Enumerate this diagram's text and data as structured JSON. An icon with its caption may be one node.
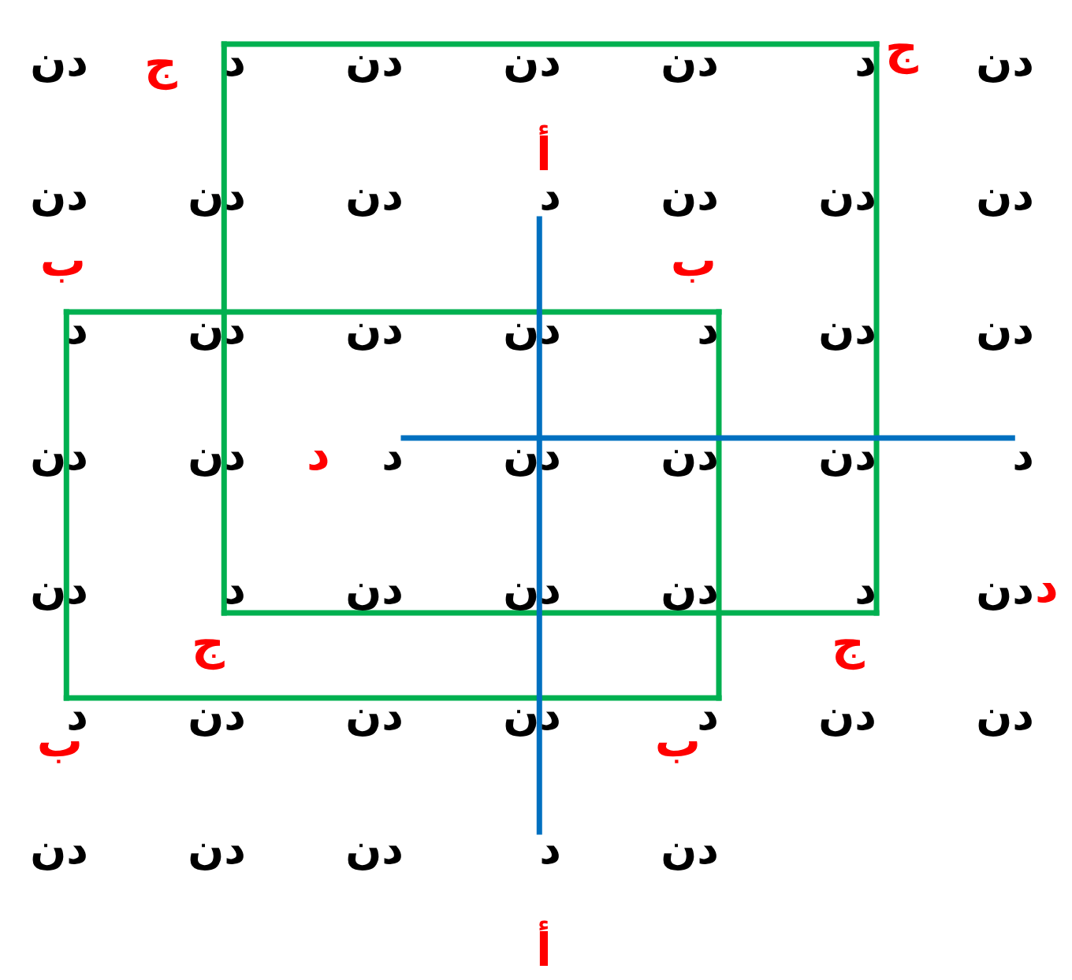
{
  "diagram": {
    "nodes": [
      {
        "text": [
          "د"
        ],
        "beside": [
          "ج"
        ]
      },
      {
        "text": [
          "د"
        ],
        "beside": [
          "ج"
        ]
      },
      {
        "text": [
          "د"
        ],
        "beside": [
          "أ"
        ]
      },
      {
        "text": [
          "د"
        ],
        "beside": [
          "ب"
        ]
      },
      {
        "text": [
          "د"
        ],
        "beside": [
          "ب"
        ]
      },
      {
        "text": [
          "د"
        ],
        "beside": [
          "د"
        ]
      },
      {
        "text": [
          "د"
        ],
        "beside": [
          "د"
        ]
      },
      {
        "text": [
          "د"
        ],
        "beside": [
          "ج"
        ]
      },
      {
        "text": [
          "د"
        ],
        "beside": [
          "ج"
        ]
      },
      {
        "text": [
          "د"
        ],
        "beside": [
          "ب"
        ]
      },
      {
        "text": [
          "د"
        ],
        "beside": [
          "ب"
        ]
      },
      {
        "text": [
          "د"
        ],
        "beside": [
          "أ"
        ]
      }
    ],
    "edges": [
      {
        "from": 0,
        "to": 1,
        "arrow": "none"
      },
      {
        "from": 1,
        "to": 8,
        "arrow": "none"
      },
      {
        "from": 8,
        "to": 7,
        "arrow": "none"
      },
      {
        "from": 7,
        "to": 0,
        "arrow": "none"
      },
      {
        "from": 3,
        "to": 4,
        "arrow": "none"
      },
      {
        "from": 4,
        "to": 10,
        "arrow": "none"
      },
      {
        "from": 10,
        "to": 9,
        "arrow": "none"
      },
      {
        "from": 9,
        "to": 3,
        "arrow": "none"
      },
      {
        "from": 2,
        "to": 11,
        "arrow": "none",
        "color": "#0070c0"
      },
      {
        "from": 5,
        "to": 6,
        "arrow": "none",
        "color": "#0070c0"
      }
    ],
    "labels": [
      "دن",
      "دن",
      "دن",
      "دن",
      "دن",
      "دن",
      "دن",
      "دن",
      "دن",
      "دن",
      "دن",
      "دن",
      "دن",
      "دن",
      "دن",
      "دن",
      "دن",
      "دن",
      "دن",
      "دن",
      "دن",
      "دن",
      "دن",
      "دن",
      "دن",
      "دن",
      "دن",
      "دن",
      "دن",
      "دن",
      "دن",
      "دن",
      "دن",
      "دن",
      "دن"
    ]
  }
}
